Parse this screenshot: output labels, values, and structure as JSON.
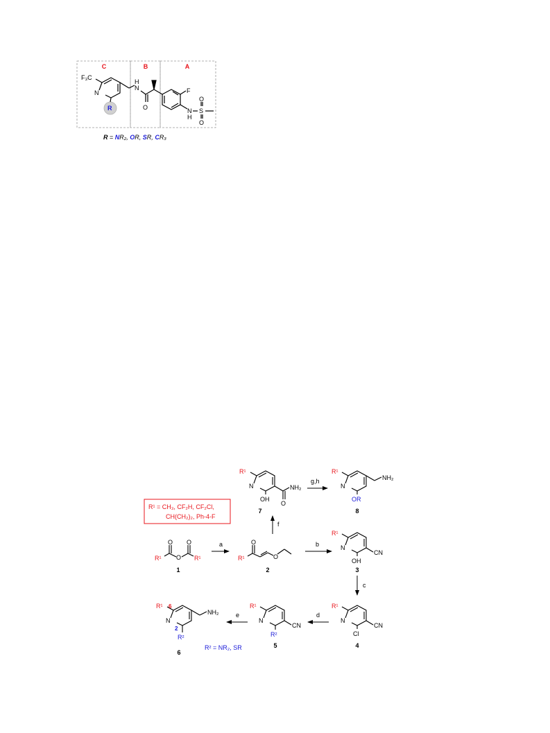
{
  "colors": {
    "black": "#000000",
    "red": "#e8141b",
    "blue": "#1a1ad8",
    "gray_box": "#999999",
    "sphere": "#c8c8c8"
  },
  "figure1": {
    "regions": {
      "C": "C",
      "B": "B",
      "A": "A"
    },
    "atoms": {
      "cf3": "F₃C",
      "n_ring": "N",
      "nh": "N",
      "h_nh": "H",
      "o_amide": "O",
      "f": "F",
      "nh2": "N",
      "h_ns": "H",
      "s": "S",
      "o_s1": "O",
      "o_s2": "O",
      "r_sphere": "R"
    },
    "caption": {
      "r": "R",
      "eq": "=",
      "n": "N",
      "r2": "R₂,",
      "o": "O",
      "r_o": "R,",
      "s": "S",
      "r_s": "R,",
      "c": "C",
      "r3": "R₃"
    }
  },
  "scheme": {
    "r1_box": {
      "line1": "R¹ = CH₃, CF₂H, CF₂Cl,",
      "line2": "CH(CH₂)₂, Ph-4-F"
    },
    "reagents": {
      "a": "a",
      "b": "b",
      "c": "c",
      "d": "d",
      "e": "e",
      "f": "f",
      "gh": "g,h"
    },
    "compounds": {
      "c1": "1",
      "c2": "2",
      "c3": "3",
      "c4": "4",
      "c5": "5",
      "c6": "6",
      "c7": "7",
      "c8": "8"
    },
    "atoms": {
      "r1": "R¹",
      "r2": "R²",
      "n": "N",
      "o": "O",
      "oh": "OH",
      "nh2": "NH₂",
      "cn": "CN",
      "cl": "Cl",
      "or": "OR",
      "pos6": "6",
      "pos2": "2"
    },
    "r2_note": "R² = NR₂, SR"
  }
}
